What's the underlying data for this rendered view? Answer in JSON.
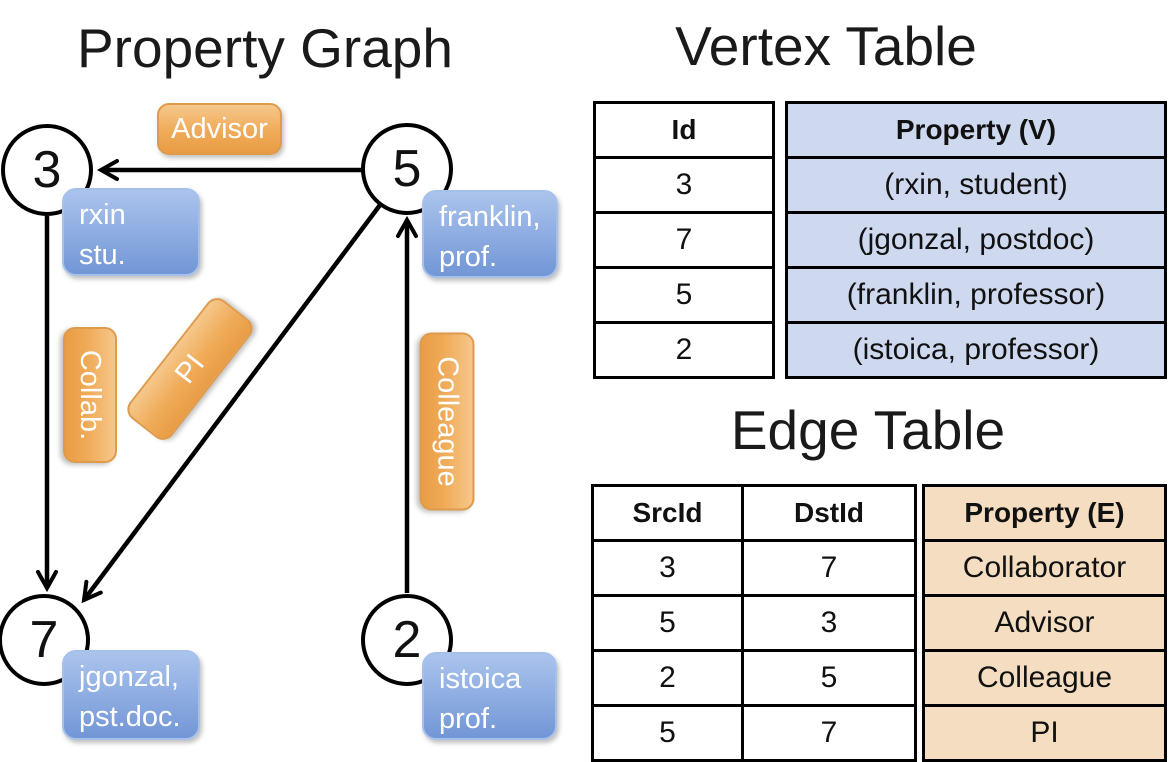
{
  "colors": {
    "orange_label": "#EFA952",
    "blue_node_box": "#7A9CDB",
    "vertex_property_cell_bg": "#CED9F0",
    "edge_property_cell_bg": "#F4DDC0",
    "edge_line": "#000000"
  },
  "graph": {
    "title": "Property Graph",
    "nodes": [
      {
        "id": "3",
        "property_lines": [
          "rxin",
          "stu."
        ]
      },
      {
        "id": "5",
        "property_lines": [
          "franklin,",
          "prof."
        ]
      },
      {
        "id": "7",
        "property_lines": [
          "jgonzal,",
          "pst.doc."
        ]
      },
      {
        "id": "2",
        "property_lines": [
          "istoica",
          "prof."
        ]
      }
    ],
    "edge_labels": {
      "advisor": "Advisor",
      "collab": "Collab.",
      "pi": "PI",
      "colleague": "Colleague"
    },
    "edges": [
      {
        "from": "5",
        "to": "3",
        "label": "Advisor"
      },
      {
        "from": "3",
        "to": "7",
        "label": "Collab."
      },
      {
        "from": "5",
        "to": "7",
        "label": "PI"
      },
      {
        "from": "2",
        "to": "5",
        "label": "Colleague"
      }
    ]
  },
  "vertex_table": {
    "title": "Vertex Table",
    "columns": {
      "id": "Id",
      "property": "Property (V)"
    },
    "rows": [
      {
        "id": "3",
        "property": "(rxin, student)"
      },
      {
        "id": "7",
        "property": "(jgonzal, postdoc)"
      },
      {
        "id": "5",
        "property": "(franklin, professor)"
      },
      {
        "id": "2",
        "property": "(istoica, professor)"
      }
    ]
  },
  "edge_table": {
    "title": "Edge Table",
    "columns": {
      "src": "SrcId",
      "dst": "DstId",
      "property": "Property (E)"
    },
    "rows": [
      {
        "src": "3",
        "dst": "7",
        "property": "Collaborator"
      },
      {
        "src": "5",
        "dst": "3",
        "property": "Advisor"
      },
      {
        "src": "2",
        "dst": "5",
        "property": "Colleague"
      },
      {
        "src": "5",
        "dst": "7",
        "property": "PI"
      }
    ]
  }
}
